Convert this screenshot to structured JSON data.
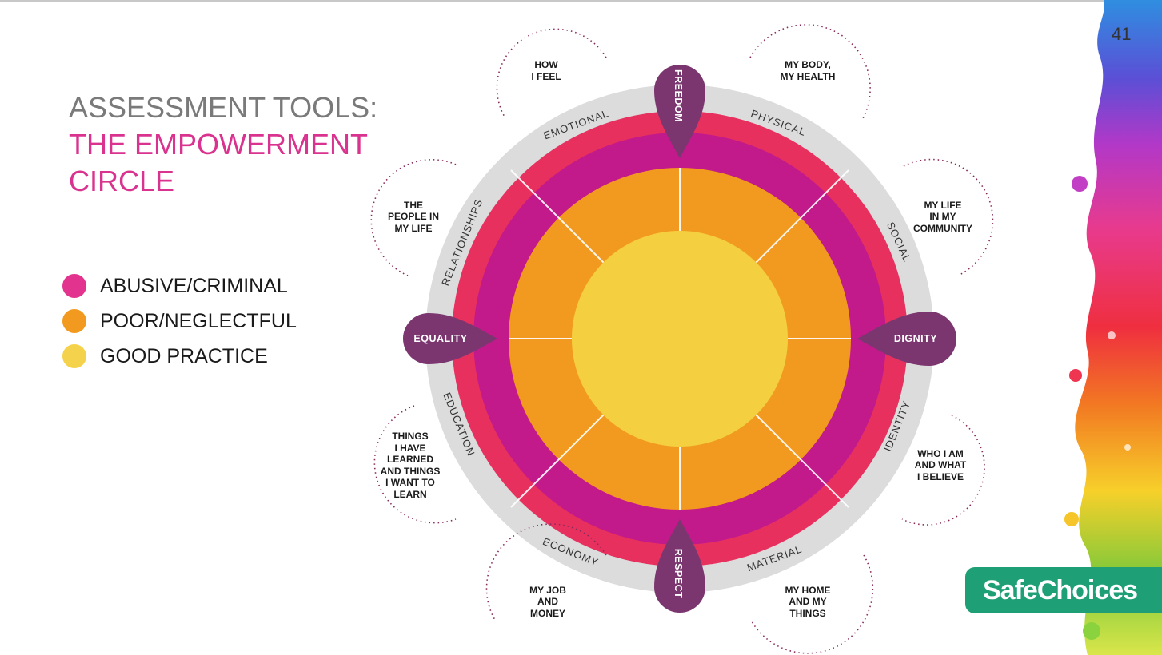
{
  "slide": {
    "page_number": "41"
  },
  "title": {
    "line1": "ASSESSMENT TOOLS:",
    "line2": "THE EMPOWERMENT",
    "line3": "CIRCLE"
  },
  "legend": [
    {
      "label": "ABUSIVE/CRIMINAL",
      "color": "#e2338f"
    },
    {
      "label": "POOR/NEGLECTFUL",
      "color": "#f29a1f"
    },
    {
      "label": "GOOD PRACTICE",
      "color": "#f4d24b"
    }
  ],
  "circle": {
    "colors": {
      "outer_ring": "#dcdcdc",
      "abusive_outer": "#e8305f",
      "abusive_inner": "#c21a8a",
      "neglectful": "#f29a1f",
      "good": "#f4cf3f",
      "drop": "#7b3670"
    },
    "values": {
      "freedom": "FREEDOM",
      "dignity": "DIGNITY",
      "respect": "RESPECT",
      "equality": "EQUALITY"
    },
    "segments": {
      "physical": "PHYSICAL",
      "social": "SOCIAL",
      "identity": "IDENTITY",
      "material": "MATERIAL",
      "economy": "ECONOMY",
      "education": "EDUCATION",
      "relationships": "RELATIONSHIPS",
      "emotional": "EMOTIONAL"
    },
    "notes": {
      "how_i_feel": [
        "HOW",
        "I FEEL"
      ],
      "my_body": [
        "MY BODY,",
        "MY HEALTH"
      ],
      "my_community": [
        "MY LIFE",
        "IN MY",
        "COMMUNITY"
      ],
      "who_i_am": [
        "WHO I AM",
        "AND WHAT",
        "I BELIEVE"
      ],
      "my_home": [
        "MY HOME",
        "AND MY",
        "THINGS"
      ],
      "my_job": [
        "MY JOB",
        "AND",
        "MONEY"
      ],
      "things_learned": [
        "THINGS",
        "I HAVE",
        "LEARNED",
        "AND THINGS",
        "I WANT TO",
        "LEARN"
      ],
      "people_in_life": [
        "THE",
        "PEOPLE IN",
        "MY LIFE"
      ]
    }
  },
  "logo": {
    "text": "SafeChoices"
  }
}
